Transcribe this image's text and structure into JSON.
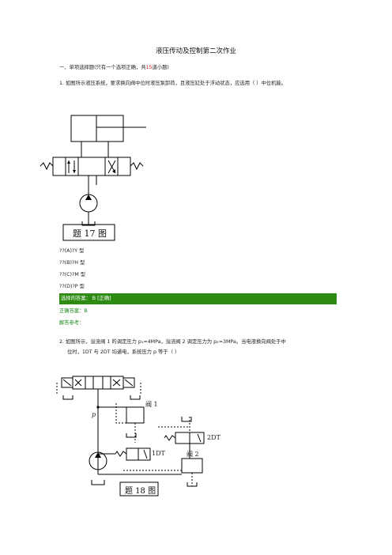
{
  "doc": {
    "title": "液压传动及控制第二次作业",
    "section": {
      "prefix": "一、单项选择题(只有一个选项正确，共",
      "count": "15",
      "suffix": "道小题)"
    },
    "q1": {
      "text": "1.  如图所示液压系统，要求换向阀中位时液压泵卸荷，且液压缸处于浮动状态，应选用（      ）中位机能。",
      "figure_label": "题 17 图",
      "options": [
        "??(A)?Y 型",
        "??(B)?H 型",
        "??(C)?M 型",
        "??(D)?P 型"
      ],
      "selected": "选择的答案：   B      [正确]",
      "correct": "正确答案：B",
      "reference": "解答参考："
    },
    "q2": {
      "line1": "2.  如图所示，溢流阀 1 的调定压力 p₁=4MPa，溢流阀 2 调定压力为 p₂=3MPa。当电液换向阀处于中",
      "line2": "位时，1DT 与 2DT 均通电，系统压力 p 等于（       ）",
      "figure_label": "题 18 图",
      "labels": {
        "p": "p",
        "valve1": "阀 1",
        "valve2": "阀 2",
        "dt1": "1DT",
        "dt2": "2DT"
      }
    }
  }
}
